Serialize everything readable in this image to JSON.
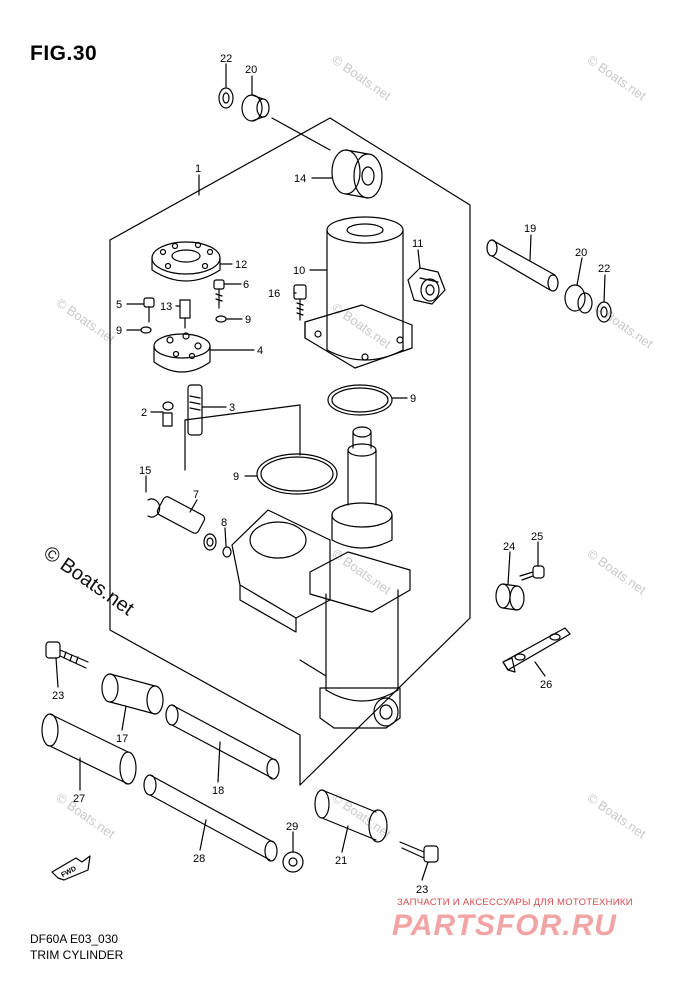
{
  "figure": {
    "title": "FIG.30",
    "code": "DF60A E03_030",
    "name": "TRIM CYLINDER"
  },
  "copyright": "© Boats.net",
  "watermark": "© Boats.net",
  "branding": {
    "tagline": "ЗАПЧАСТИ И АКСЕССУАРЫ ДЛЯ МОТОТЕХНИКИ",
    "logo": "PARTSFOR.RU"
  },
  "fwd_label": "FWD",
  "callouts": {
    "c1": "1",
    "c2": "2",
    "c3": "3",
    "c4": "4",
    "c5": "5",
    "c6": "6",
    "c7": "7",
    "c8": "8",
    "c9a": "9",
    "c9b": "9",
    "c9c": "9",
    "c9d": "9",
    "c10": "10",
    "c11": "11",
    "c12": "12",
    "c13": "13",
    "c14": "14",
    "c15": "15",
    "c16": "16",
    "c17": "17",
    "c18": "18",
    "c19": "19",
    "c20a": "20",
    "c20b": "20",
    "c21": "21",
    "c22a": "22",
    "c22b": "22",
    "c23a": "23",
    "c23b": "23",
    "c24": "24",
    "c25": "25",
    "c26": "26",
    "c27": "27",
    "c28": "28",
    "c29": "29"
  }
}
